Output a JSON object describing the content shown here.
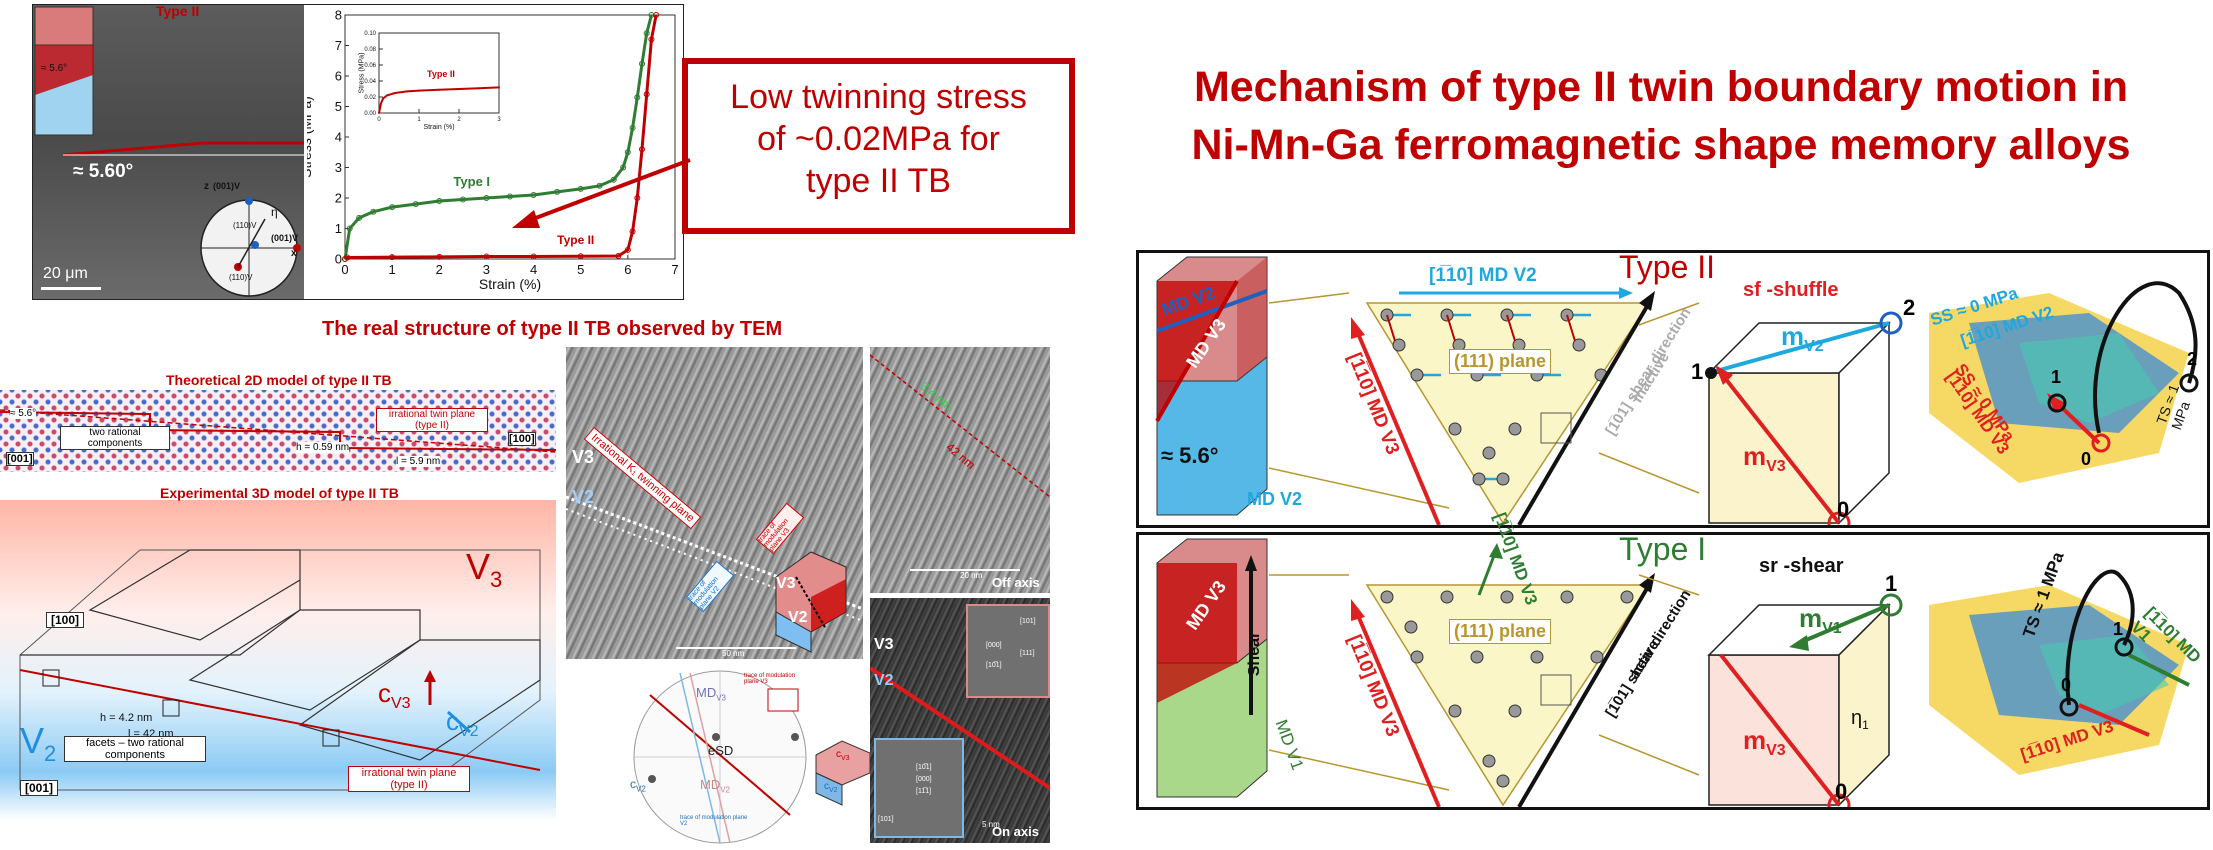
{
  "top_left": {
    "type_label": "Type II",
    "sem_angle_small": "≈ 5.6°",
    "sem_angle": "≈ 5.60°",
    "scale_bar": "20 μm",
    "stereo": {
      "z": "z",
      "p001v2": "(001)V",
      "eta": "η",
      "p110v": "(110)V",
      "p001v3": "(001)V",
      "x": "x",
      "p110v_b": "(110)V"
    }
  },
  "chart_data": {
    "type": "line",
    "xlabel": "Strain (%)",
    "ylabel": "Stress (MPa)",
    "xlim": [
      0,
      7
    ],
    "ylim": [
      0,
      8
    ],
    "x_ticks": [
      "0",
      "1",
      "2",
      "3",
      "4",
      "5",
      "6",
      "7"
    ],
    "y_ticks": [
      "0",
      "1",
      "2",
      "3",
      "4",
      "5",
      "6",
      "7",
      "8"
    ],
    "series": [
      {
        "name": "Type I",
        "color": "#2e7d32",
        "x": [
          0,
          0.1,
          0.3,
          0.6,
          1,
          1.5,
          2,
          2.5,
          3,
          3.5,
          4,
          4.5,
          5,
          5.4,
          5.7,
          5.9,
          6.0,
          6.1,
          6.2,
          6.3,
          6.4,
          6.5
        ],
        "y": [
          0,
          1.0,
          1.35,
          1.55,
          1.7,
          1.8,
          1.9,
          1.95,
          2.0,
          2.05,
          2.1,
          2.2,
          2.3,
          2.4,
          2.6,
          3.0,
          3.5,
          4.3,
          5.3,
          6.4,
          7.4,
          8.0
        ]
      },
      {
        "name": "Type II",
        "color": "#c00000",
        "x": [
          0,
          0.05,
          1,
          2,
          3,
          4,
          5,
          5.8,
          6.0,
          6.1,
          6.2,
          6.3,
          6.4,
          6.5,
          6.6
        ],
        "y": [
          0,
          0.05,
          0.06,
          0.07,
          0.08,
          0.08,
          0.09,
          0.1,
          0.3,
          0.9,
          2.0,
          3.6,
          5.4,
          7.2,
          8.0
        ]
      }
    ],
    "inset": {
      "xlabel": "Strain (%)",
      "ylabel": "Stress (MPa)",
      "xlim": [
        0,
        3
      ],
      "ylim": [
        0,
        0.1
      ],
      "x_ticks": [
        "0",
        "1",
        "2",
        "3"
      ],
      "y_ticks": [
        "0.00",
        "0.02",
        "0.04",
        "0.06",
        "0.08",
        "0.10"
      ],
      "series": [
        {
          "name": "Type II",
          "color": "#c00000",
          "x": [
            0,
            0.05,
            0.1,
            0.2,
            0.4,
            0.7,
            1,
            1.5,
            2,
            2.5,
            3
          ],
          "y": [
            0,
            0.012,
            0.018,
            0.022,
            0.025,
            0.027,
            0.028,
            0.029,
            0.03,
            0.031,
            0.032
          ]
        }
      ]
    }
  },
  "callout": {
    "line1": "Low twinning stress",
    "line2": "of ~0.02MPa for",
    "line3": "type II TB"
  },
  "main_title": {
    "line1": "Mechanism of type II twin boundary motion in",
    "line2": "Ni-Mn-Ga ferromagnetic shape memory alloys"
  },
  "tem_section_title": "The real structure of type II TB observed by TEM",
  "model2d": {
    "title": "Theoretical 2D model of type II TB",
    "angle": "≈ 5.6°",
    "two_rational": "two rational\ncomponents",
    "irrational": "irrational twin plane\n(type II)",
    "h": "h = 0.59 nm",
    "l": "l = 5.9 nm",
    "dir001": "[001]",
    "dir100": "[100]"
  },
  "model3d": {
    "title": "Experimental 3D model of type II TB",
    "v3": "V",
    "v3_sub": "3",
    "v2": "V",
    "v2_sub": "2",
    "dir100": "[100]",
    "dir001": "[001]",
    "h": "h = 4.2 nm",
    "l": "l = 42 nm",
    "facets": "facets – two rational\ncomponents",
    "irrational": "irrational twin plane\n(type II)",
    "cv3": "c",
    "cv3_sub": "V3",
    "cv2": "c",
    "cv2_sub": "V2"
  },
  "tem": {
    "irrational_k1": "Irrational K₁ twinning plane",
    "v3": "V3",
    "v2": "V2",
    "scale_main": "50 nm",
    "trace_v3": "trace of modulation plane V3",
    "trace_v2": "trace of modulation plane V2",
    "d1": "3.4 nm",
    "d2": "42 nm",
    "scale_off": "20 nm",
    "off_axis": "Off axis",
    "on_v3": "V3",
    "on_v2": "V2",
    "spots_top": [
      "[101]",
      "[000]",
      "[111]",
      "[10̅1]"
    ],
    "spots_bottom": [
      "[10̅1]",
      "[000]",
      "[11̅1]",
      "[101]"
    ],
    "scale_on": "5 nm",
    "on_axis": "On axis",
    "stereo_md": "MD",
    "stereo_md_sub": "V3",
    "stereo_esd": "eSD",
    "stereo_cv2": "c",
    "stereo_cv2_sub": "V2",
    "stereo_md2": "MD",
    "stereo_md2_sub": "V2",
    "stereo_trace_v3": "trace of modulation plane V3",
    "stereo_trace_v2": "trace of modulation plane V2",
    "block_c": "c",
    "block_c_sub": "V3",
    "block_c2": "c",
    "block_c2_sub": "V2"
  },
  "type2_panel": {
    "title": "Type II",
    "md_v2": "MD V2",
    "md_v3": "MD V3",
    "angle": "≈ 5.6°",
    "md_v2_bottom": "MD V2",
    "arrow_top": "[1̅10] MD V2",
    "arrow_left": "[1̅10] MD V3",
    "plane": "(111) plane",
    "shear_dir": "[1̅01] shear direction",
    "inactive": "inactive",
    "shuffle": "sf -shuffle",
    "mv2": "m",
    "mv2_sub": "V2",
    "mv3": "m",
    "mv3_sub": "V3",
    "n0": "0",
    "n1": "1",
    "n2": "2",
    "ss_top": "SS ≈ 0 MPa",
    "md_v2_3d": "[1̅10] MD V2",
    "ss_bottom": "SS ≈ 0 MPa",
    "md_v3_3d": "[1̅10] MD V3",
    "ts": "TS ≈ 1 MPa",
    "s1": "1",
    "s2": "2",
    "s0": "0"
  },
  "type1_panel": {
    "title": "Type I",
    "md_v3": "MD V3",
    "shear": "Shear",
    "md_v1": "MD V1",
    "arrow_top": "[1̅10] MD V3",
    "arrow_left": "[1̅10] MD V3",
    "plane": "(111) plane",
    "shear_dir": "[1̅01] shear direction",
    "active": "active",
    "sr_shear": "sr -shear",
    "mv1": "m",
    "mv1_sub": "V1",
    "mv3": "m",
    "mv3_sub": "V3",
    "eta1": "η",
    "eta1_sub": "1",
    "n0": "0",
    "n1": "1",
    "ts": "TS ≈ 1 MPa",
    "md_v1_3d": "[1̅10] MD V1",
    "md_v3_3d": "[1̅10] MD V3",
    "s1": "1",
    "s0": "0"
  }
}
